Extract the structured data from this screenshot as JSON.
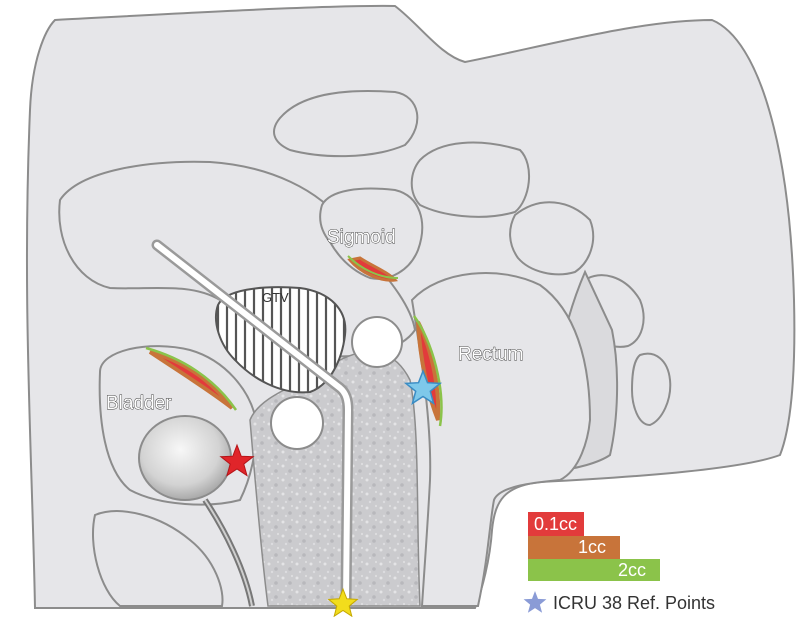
{
  "labels": {
    "sigmoid": "Sigmoid",
    "bladder": "Bladder",
    "rectum": "Rectum",
    "gtv": "GTV"
  },
  "legend": {
    "items": [
      {
        "label": "0.1cc",
        "color": "#e23b3b",
        "text_color": "#ffffff"
      },
      {
        "label": "1cc",
        "color": "#c8743a",
        "text_color": "#ffffff"
      },
      {
        "label": "2cc",
        "color": "#8bc34a",
        "text_color": "#ffffff"
      }
    ],
    "ref_points_label": "ICRU 38 Ref. Points"
  },
  "colors": {
    "tissue": "#e6e6e9",
    "outline": "#8c8c8c",
    "vaginal_packing": "#c9c9cc",
    "star_bladder": "#e0252a",
    "star_rectum": "#7ec8ea",
    "star_applicator": "#f2dd1c",
    "legend_star": "#8a9bd6"
  }
}
